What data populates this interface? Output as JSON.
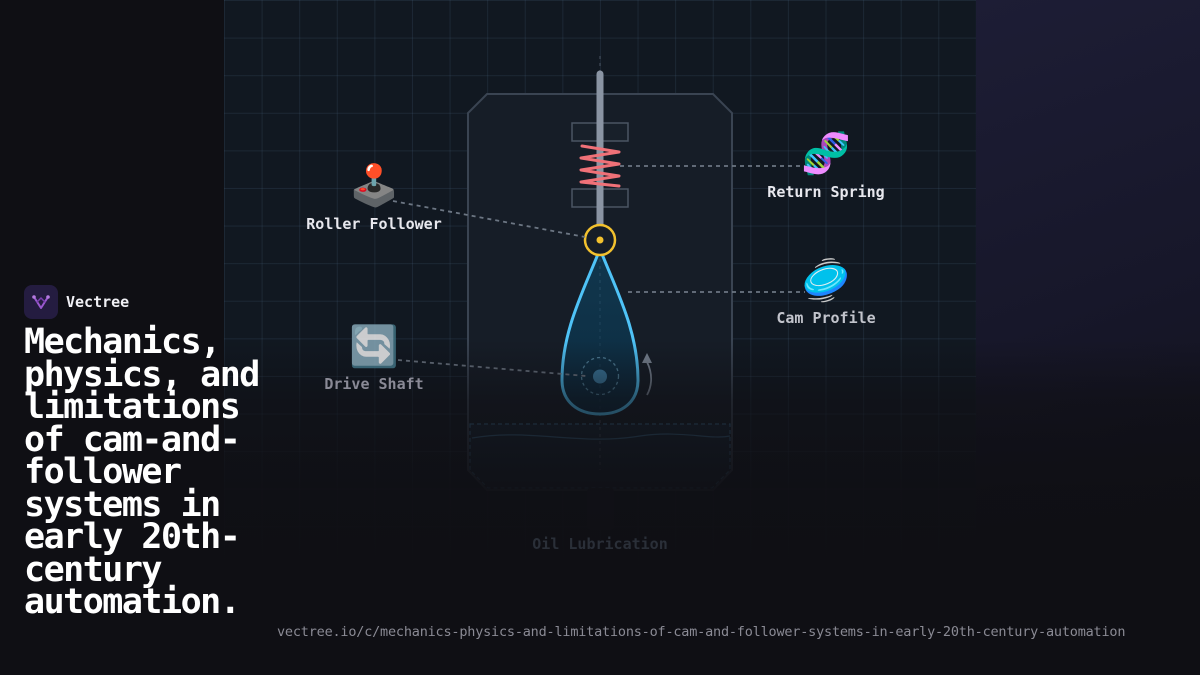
{
  "brand": {
    "name": "Vectree"
  },
  "headline": "Mechanics, physics, and limitations of cam-and-follower systems in early 20th-century automation.",
  "url": "vectree.io/c/mechanics-physics-and-limitations-of-cam-and-follower-systems-in-early-20th-century-automation",
  "diagram": {
    "labels": {
      "roller_follower": "Roller Follower",
      "return_spring": "Return Spring",
      "cam_profile": "Cam Profile",
      "drive_shaft": "Drive Shaft",
      "oil_lubrication": "Oil Lubrication"
    },
    "icons": {
      "roller_follower": "🕹️",
      "return_spring": "🧬",
      "cam_profile": "🥏",
      "drive_shaft": "🔄"
    }
  },
  "colors": {
    "background": "#0f0f14",
    "grid_panel": "#111821",
    "spring": "#f07178",
    "roller": "#f2c12e",
    "cam_outline": "#4fc3f7",
    "brand_logo": "#9b59d0",
    "label_bright": "#e8e8ee",
    "label_dim": "#9a9aa6",
    "url": "#8a8a94"
  }
}
